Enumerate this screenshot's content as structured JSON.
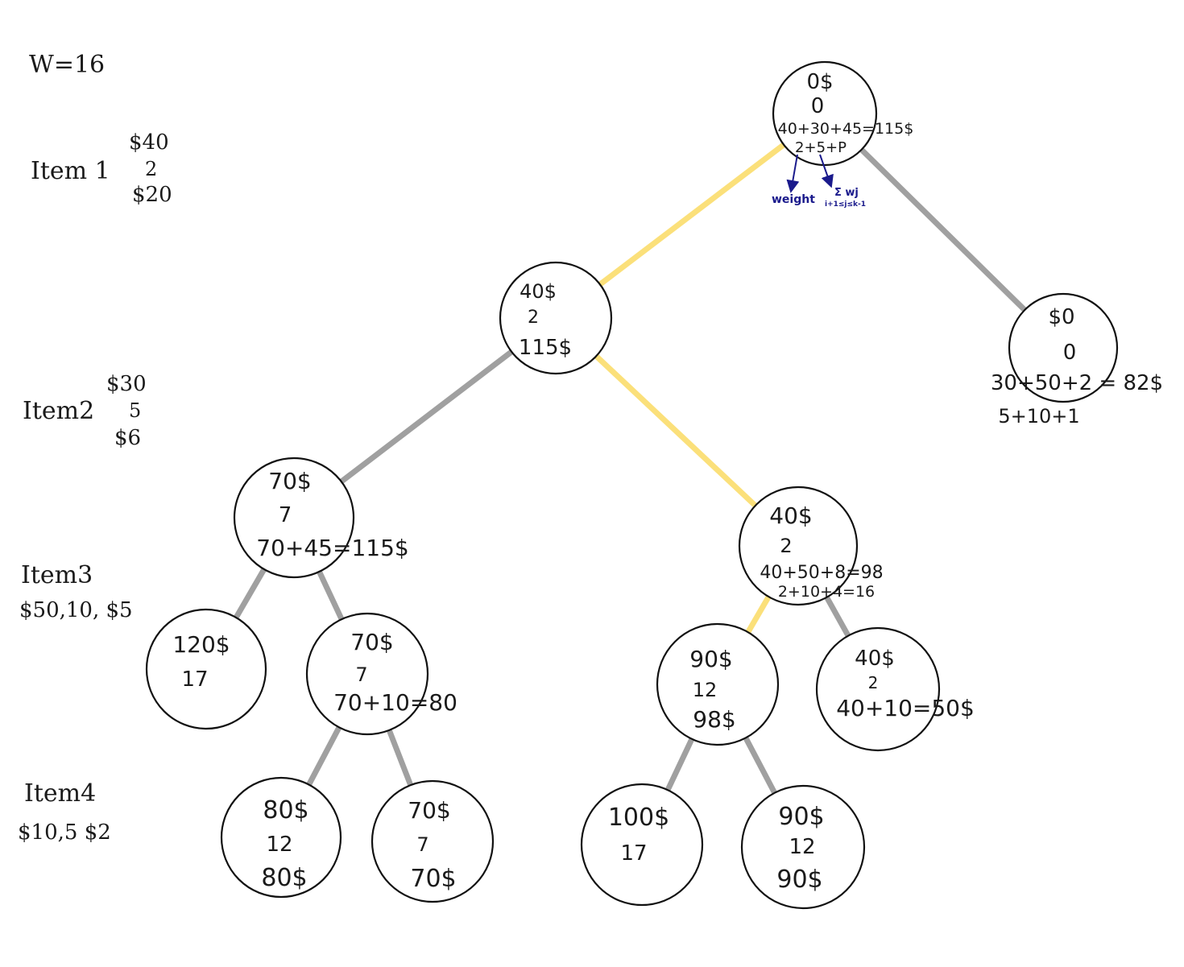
{
  "capacity_label": "W=16",
  "items": [
    {
      "name": "Item 1",
      "lines": [
        "$40",
        "2",
        "$20"
      ]
    },
    {
      "name": "Item2",
      "lines": [
        "$30",
        "5",
        "$6"
      ]
    },
    {
      "name": "Item3",
      "lines": [
        "$50,10, $5"
      ]
    },
    {
      "name": "Item4",
      "lines": [
        "$10,5 $2"
      ]
    }
  ],
  "colors": {
    "included_edge": "#fbe07a",
    "excluded_edge": "#a0a0a0",
    "annotation": "#1a1a8c",
    "ink": "#1a1a1a"
  },
  "nodes": [
    {
      "id": "root",
      "lines": [
        "0$",
        "0",
        "40+30+45=115$",
        "2+5+P"
      ]
    },
    {
      "id": "l1-left",
      "lines": [
        "40$",
        "2",
        "115$"
      ]
    },
    {
      "id": "l1-right",
      "lines": [
        "$0",
        "0",
        "30+50+2 = 82$",
        "5+10+1"
      ]
    },
    {
      "id": "l2-left",
      "lines": [
        "70$",
        "7",
        "70+45=115$"
      ]
    },
    {
      "id": "l2-right",
      "lines": [
        "40$",
        "2",
        "40+50+8=98",
        "2+10+4=16"
      ]
    },
    {
      "id": "l3-a",
      "lines": [
        "120$",
        "17"
      ]
    },
    {
      "id": "l3-b",
      "lines": [
        "70$",
        "7",
        "70+10=80"
      ]
    },
    {
      "id": "l3-c",
      "lines": [
        "90$",
        "12",
        "98$"
      ]
    },
    {
      "id": "l3-d",
      "lines": [
        "40$",
        "2",
        "40+10=50$"
      ]
    },
    {
      "id": "l4-a",
      "lines": [
        "80$",
        "12",
        "80$"
      ]
    },
    {
      "id": "l4-b",
      "lines": [
        "70$",
        "7",
        "70$"
      ]
    },
    {
      "id": "l4-c",
      "lines": [
        "100$",
        "17"
      ]
    },
    {
      "id": "l4-d",
      "lines": [
        "90$",
        "12",
        "90$"
      ]
    }
  ],
  "edges": [
    {
      "from": "root",
      "to": "l1-left",
      "included": true
    },
    {
      "from": "root",
      "to": "l1-right",
      "included": false
    },
    {
      "from": "l1-left",
      "to": "l2-left",
      "included": false
    },
    {
      "from": "l1-left",
      "to": "l2-right",
      "included": true
    },
    {
      "from": "l2-left",
      "to": "l3-a",
      "included": false
    },
    {
      "from": "l2-left",
      "to": "l3-b",
      "included": false
    },
    {
      "from": "l2-right",
      "to": "l3-c",
      "included": true
    },
    {
      "from": "l2-right",
      "to": "l3-d",
      "included": false
    },
    {
      "from": "l3-b",
      "to": "l4-a",
      "included": false
    },
    {
      "from": "l3-b",
      "to": "l4-b",
      "included": false
    },
    {
      "from": "l3-c",
      "to": "l4-c",
      "included": false
    },
    {
      "from": "l3-c",
      "to": "l4-d",
      "included": false
    }
  ],
  "annotations": {
    "weight_label": "weight",
    "sum_label": "Σ wj",
    "sum_sub": "i+1≤j≤k-1"
  }
}
